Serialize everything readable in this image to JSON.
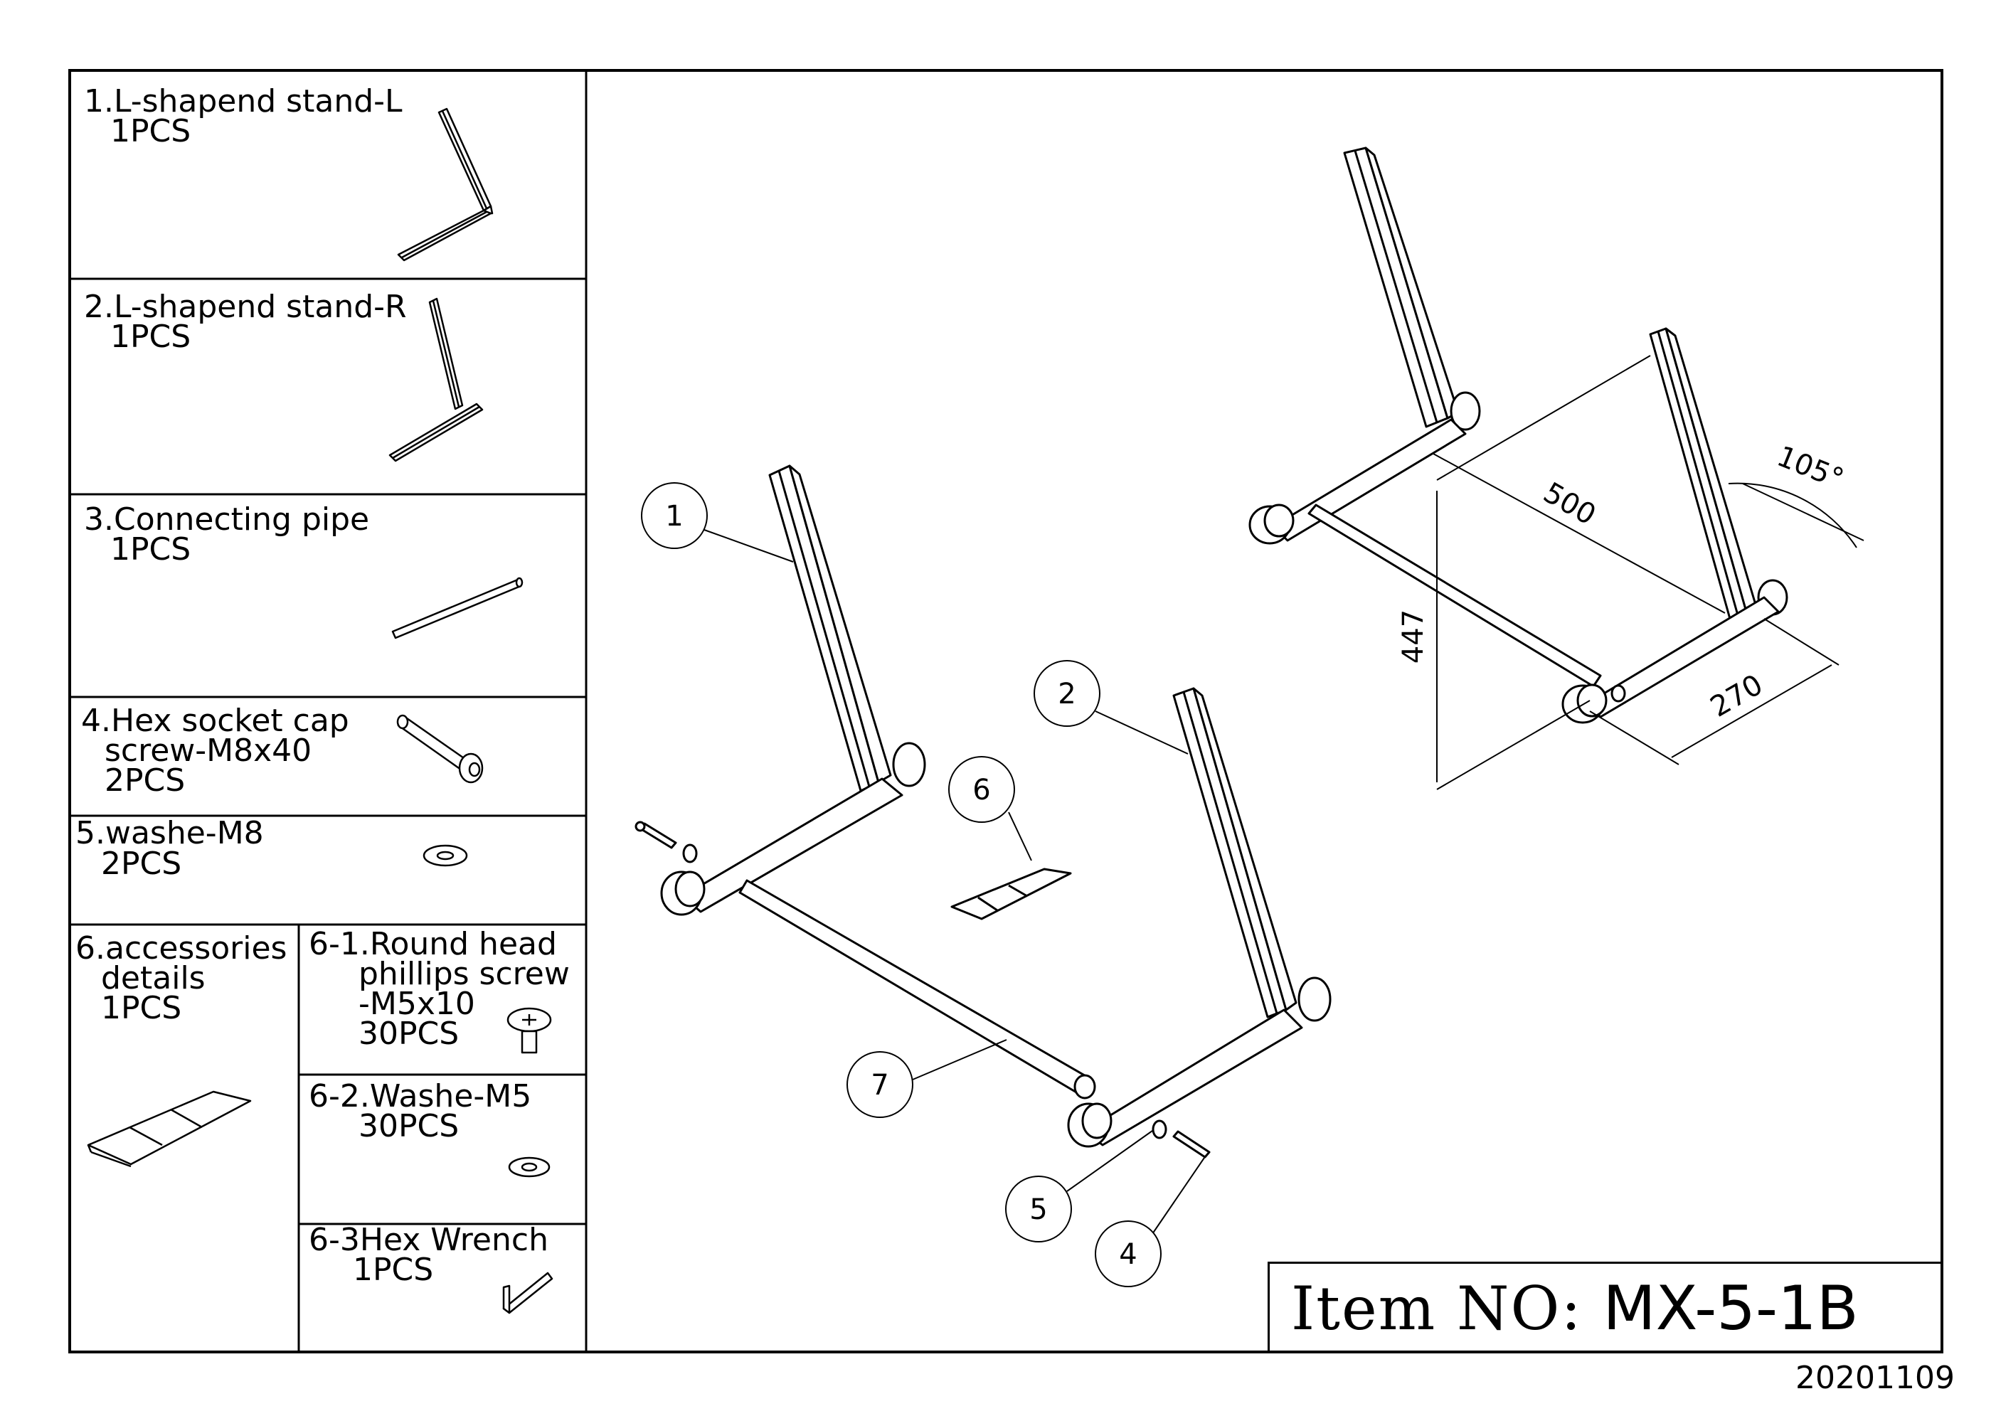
{
  "parts": [
    {
      "name": "1.L-shapend stand-L",
      "qty": "1PCS"
    },
    {
      "name": "2.L-shapend stand-R",
      "qty": "1PCS"
    },
    {
      "name": "3.Connecting pipe",
      "qty": "1PCS"
    },
    {
      "name_line1": "4.Hex socket cap",
      "name_line2": "screw-M8x40",
      "qty": "2PCS"
    },
    {
      "name": "5.washe-M8",
      "qty": "2PCS"
    }
  ],
  "accessories": {
    "name_line1": "6.accessories",
    "name_line2": "details",
    "qty": "1PCS",
    "items": [
      {
        "line1": "6-1.Round head",
        "line2": "phillips screw",
        "line3": "-M5x10",
        "qty": "30PCS"
      },
      {
        "line1": "6-2.Washe-M5",
        "qty": "30PCS"
      },
      {
        "line1": "6-3Hex Wrench",
        "qty": "1PCS"
      }
    ]
  },
  "callouts": [
    "1",
    "2",
    "4",
    "5",
    "6",
    "7"
  ],
  "dimensions": {
    "height": "447",
    "length": "500",
    "depth": "270",
    "angle": "105°"
  },
  "title": {
    "prefix": "Item NO: ",
    "code": "MX-5-1B"
  },
  "date_code": "20201109"
}
